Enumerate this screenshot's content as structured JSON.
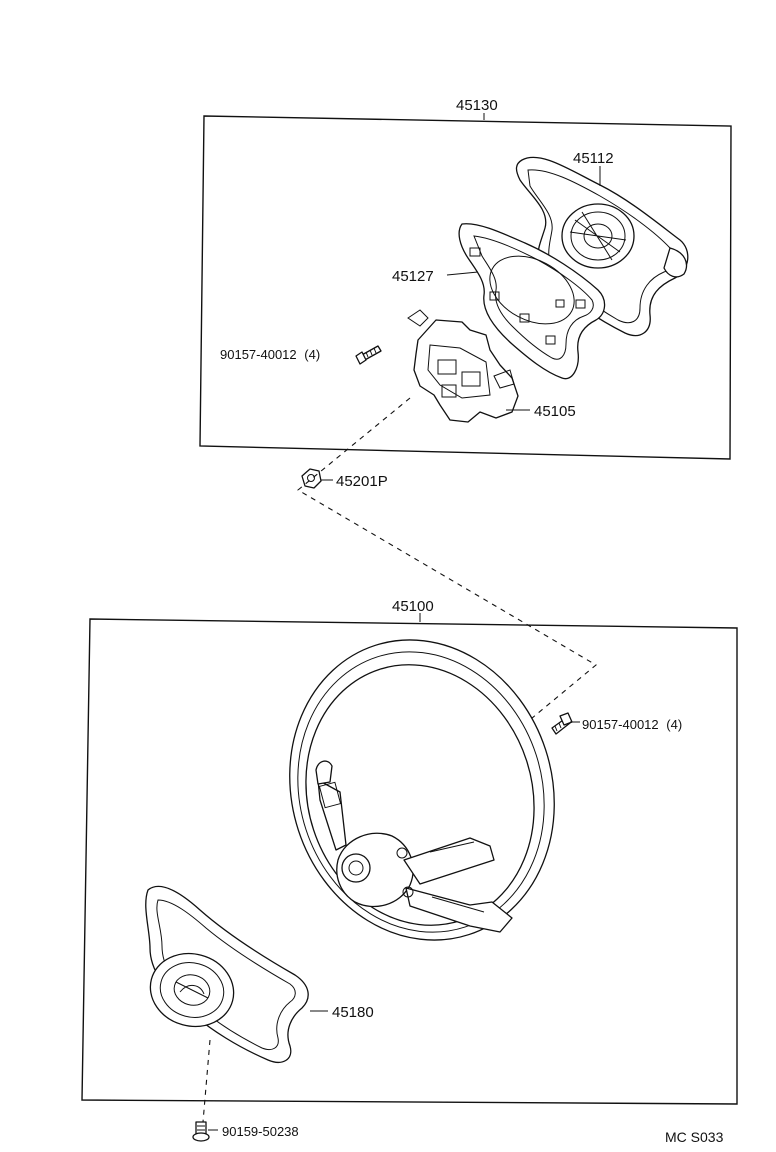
{
  "assemblies": {
    "pad_assembly": {
      "number": "45130"
    },
    "wheel_assembly": {
      "number": "45100"
    }
  },
  "parts": {
    "pad_cover": {
      "number": "45112"
    },
    "pad_frame": {
      "number": "45127"
    },
    "pad_bracket": {
      "number": "45105"
    },
    "pad_screw": {
      "number": "90157-40012",
      "qty": "(4)"
    },
    "wheel_nut": {
      "number": "45201P"
    },
    "wheel_screw": {
      "number": "90157-40012",
      "qty": "(4)"
    },
    "horn_pad": {
      "number": "45180"
    },
    "pad_bolt": {
      "number": "90159-50238"
    }
  },
  "footer": {
    "code": "MC S033"
  }
}
